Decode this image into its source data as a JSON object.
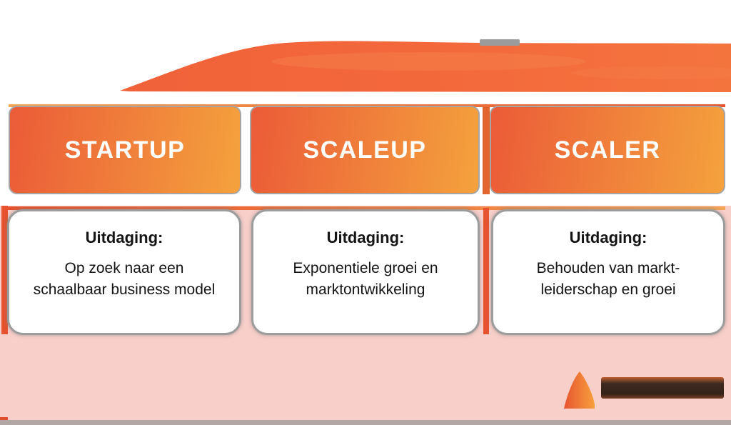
{
  "stages": [
    {
      "title": "STARTUP",
      "challenge": {
        "label": "Uitdaging:",
        "lines": [
          "Op zoek naar een",
          "schaalbaar business model"
        ]
      }
    },
    {
      "title": "SCALEUP",
      "challenge": {
        "label": "Uitdaging:",
        "lines": [
          "Exponentiele groei en",
          "marktontwikkeling"
        ]
      }
    },
    {
      "title": "SCALER",
      "challenge": {
        "label": "Uitdaging:",
        "lines": [
          "Behouden van markt-",
          "leiderschap en groei"
        ]
      }
    }
  ],
  "logo": {
    "icon": "flame-icon",
    "wordmark_readable": false
  },
  "colors": {
    "header_gradient_start": "#EB5B38",
    "header_gradient_end": "#F4A23D",
    "swoosh": "#F3683B",
    "accent_red": "#E6532E",
    "bottom_wash": "#F9CFCA",
    "bottom_bar": "#B2A7A5",
    "card_border": "#9C9C9C",
    "body_text": "#141414",
    "title_text": "#FFFFFF"
  }
}
